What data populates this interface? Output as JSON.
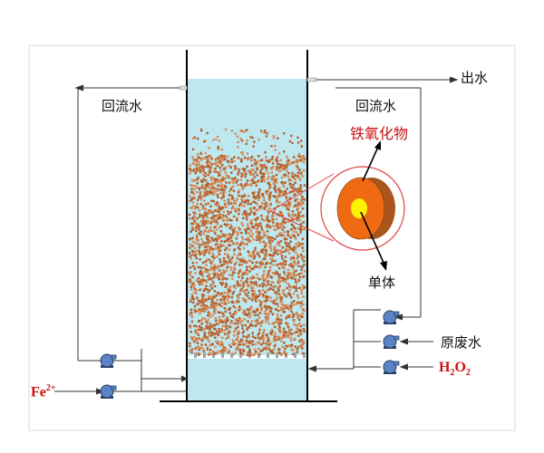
{
  "labels": {
    "outlet": "出水",
    "reflux_left": "回流水",
    "reflux_right": "回流水",
    "iron_oxide": "铁氧化物",
    "carrier": "单体",
    "raw_wastewater": "原废水",
    "fe_base": "Fe",
    "fe_sup": "2+",
    "h2o2_h": "H",
    "h2o2_sub1": "2",
    "h2o2_o": "O",
    "h2o2_sub2": "2"
  },
  "colors": {
    "water": "#bde8f0",
    "particle": "#b5612e",
    "particle_alt": "#d88a55",
    "shell": "#a8561c",
    "shell_face": "#f06a14",
    "core": "#fff200",
    "highlight_red": "#cc1111",
    "pump_blue": "#5a84c6"
  },
  "icons": [
    "pump-icon",
    "arrow-icon"
  ]
}
